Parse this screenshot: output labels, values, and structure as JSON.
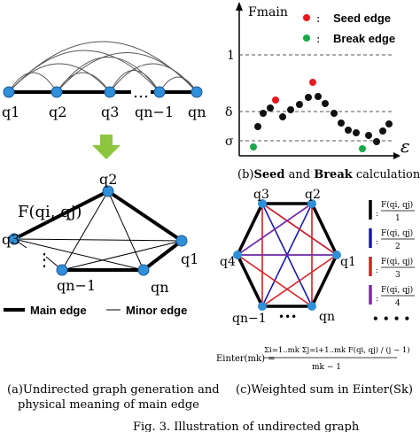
{
  "panel_a": {
    "nodes_top": [
      "q1",
      "q2",
      "q3",
      "qn−1",
      "qn"
    ],
    "dots": "…",
    "func_label": "F(qi, qj)",
    "nodes_pent": [
      "q2",
      "q1",
      "qn",
      "qn−1",
      "q3"
    ],
    "vdots": "⋮",
    "legend_main": "Main edge",
    "legend_minor": "Minor edge",
    "caption_line1": "(a)Undirected graph generation and",
    "caption_line2": "physical meaning of main edge"
  },
  "panel_b": {
    "y_axis": "Fmain",
    "x_axis": "ε",
    "tick_one": "1",
    "tick_delta": "δ",
    "tick_sigma": "σ",
    "legend_seed": "Seed edge",
    "legend_break": "Break edge",
    "legend_colon": ":",
    "caption_prefix": "(b)",
    "caption_seed": "Seed",
    "caption_and": " and ",
    "caption_break": "Break",
    "caption_suffix": " calculation",
    "colors": {
      "seed": "#e8191e",
      "break": "#1aa64a",
      "normal": "#111111"
    }
  },
  "panel_c": {
    "nodes": [
      "q3",
      "q2",
      "q1",
      "qn",
      "qn−1",
      "q4"
    ],
    "dots": "•••",
    "weights": [
      {
        "num": "F(qi, qj)",
        "den": "1",
        "color": "#000000"
      },
      {
        "num": "F(qi, qj)",
        "den": "2",
        "color": "#1a1aa8"
      },
      {
        "num": "F(qi, qj)",
        "den": "3",
        "color": "#d62020"
      },
      {
        "num": "F(qi, qj)",
        "den": "4",
        "color": "#7a2aa8"
      }
    ],
    "more": "• • • •",
    "formula_left": "Einter(mk) =",
    "formula_num": "Σi=1..mk Σj=i+1..mk F(qi, qj) / (j − 1)",
    "formula_den": "mk − 1",
    "caption": "(c)Weighted sum in Einter(Sk)"
  },
  "figure_caption": "Fig. 3. Illustration of undirected graph"
}
